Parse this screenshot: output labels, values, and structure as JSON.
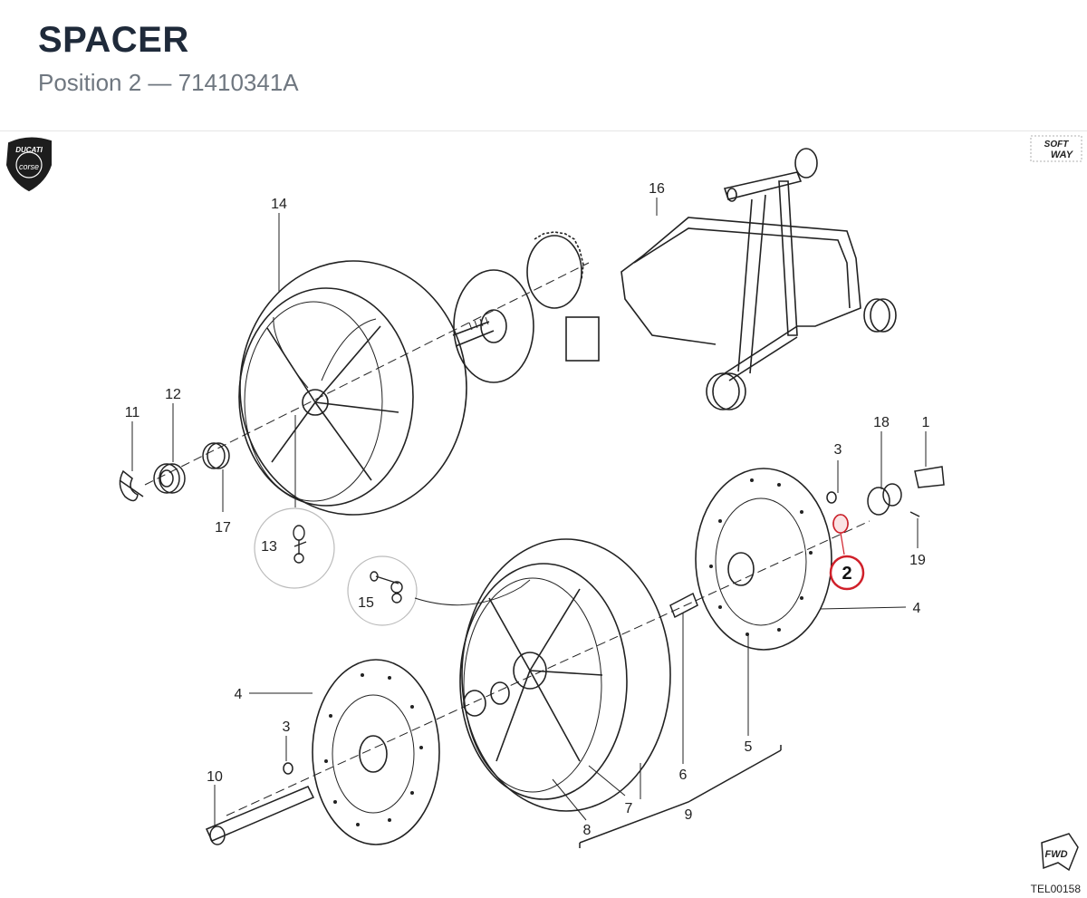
{
  "header": {
    "title": "SPACER",
    "subtitle": "Position 2 — 71410341A"
  },
  "diagram": {
    "reference_code": "TEL00158",
    "logo_text": "DUCATI corse",
    "softway_text": "SOFT WAY",
    "fwd_text": "FWD",
    "highlight_color": "#d0202a",
    "line_color": "#222222",
    "highlighted_position": "2",
    "callouts": {
      "c1": "1",
      "c2": "2",
      "c3a": "3",
      "c3b": "3",
      "c4a": "4",
      "c4b": "4",
      "c5": "5",
      "c6": "6",
      "c7": "7",
      "c8": "8",
      "c9": "9",
      "c10": "10",
      "c11": "11",
      "c12": "12",
      "c13": "13",
      "c14": "14",
      "c15": "15",
      "c16": "16",
      "c17": "17",
      "c18": "18",
      "c19": "19"
    }
  }
}
